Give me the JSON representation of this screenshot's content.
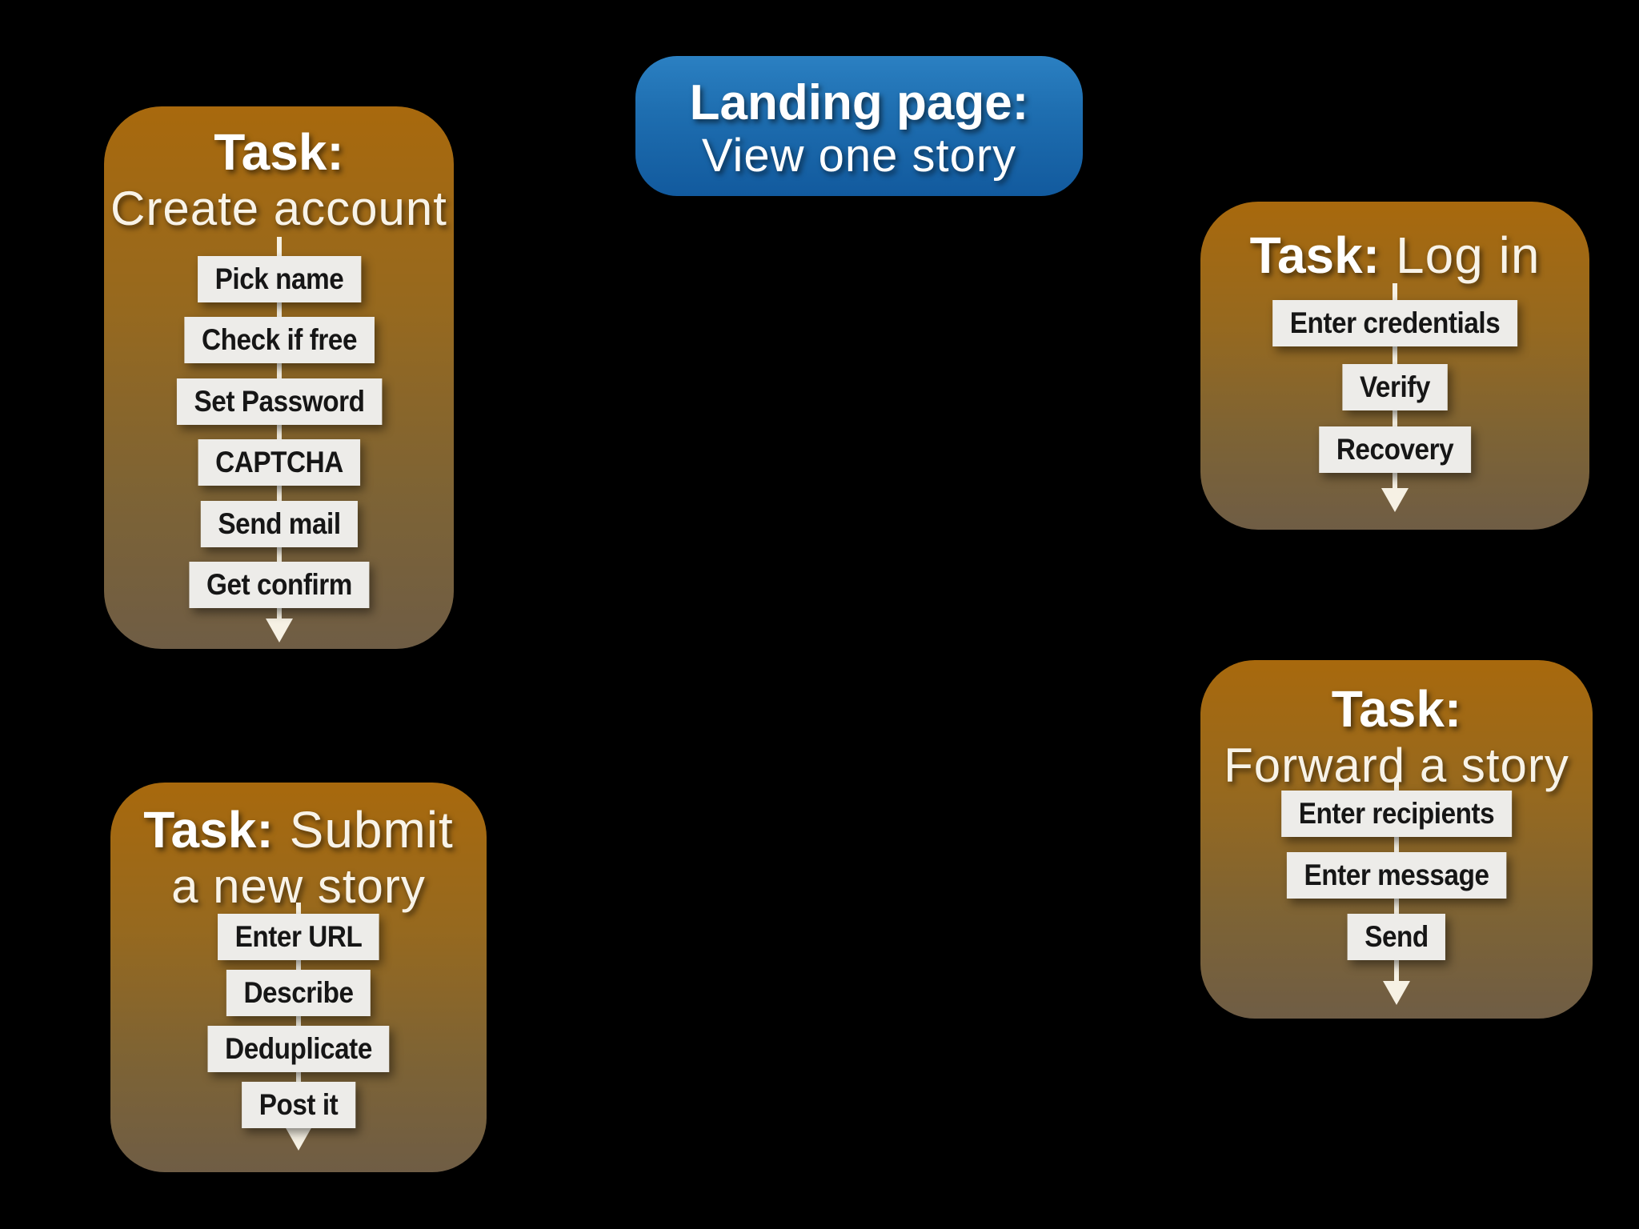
{
  "background_color": "#000000",
  "landing": {
    "title": "Landing page:",
    "subtitle": "View one story"
  },
  "tasks": [
    {
      "name": "create-account",
      "label_bold": "Task:",
      "label_line1": "",
      "label_line2": "Create account",
      "steps": [
        "Pick name",
        "Check if free",
        "Set Password",
        "CAPTCHA",
        "Send mail",
        "Get confirm"
      ]
    },
    {
      "name": "log-in",
      "label_bold": "Task:",
      "label_line1": "Log in",
      "label_line2": "",
      "steps": [
        "Enter credentials",
        "Verify",
        "Recovery"
      ]
    },
    {
      "name": "submit-story",
      "label_bold": "Task:",
      "label_line1": "Submit",
      "label_line2": "a new story",
      "steps": [
        "Enter URL",
        "Describe",
        "Deduplicate",
        "Post it"
      ]
    },
    {
      "name": "forward-story",
      "label_bold": "Task:",
      "label_line1": "",
      "label_line2": "Forward a story",
      "steps": [
        "Enter recipients",
        "Enter message",
        "Send"
      ]
    }
  ],
  "colors": {
    "background": "#000000",
    "task_gradient_top": "#a8690d",
    "task_gradient_bottom": "#6f5d45",
    "landing_gradient_top": "#2b80c2",
    "landing_gradient_bottom": "#125a9e",
    "step_background": "#edece9",
    "step_text": "#161616",
    "connector": "#f6f1e4",
    "title_text": "#ffffff",
    "subtitle_text": "#f8f3e8"
  }
}
